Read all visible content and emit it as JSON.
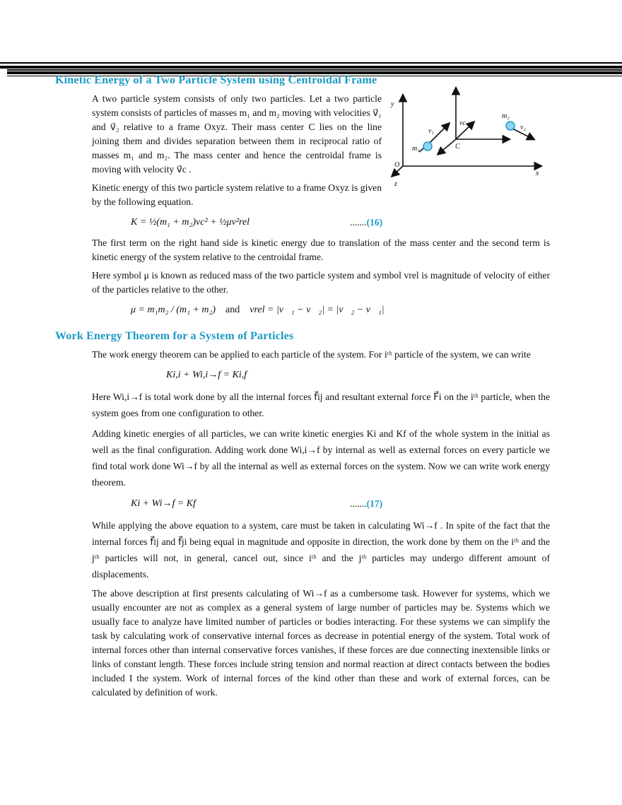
{
  "section1": {
    "heading": "Kinetic Energy of a Two Particle System using Centroidal Frame",
    "para1": "A two particle system consists of only two particles. Let a two particle system consists of particles of masses m₁ and m₂ moving with velocities v⃗₁ and v⃗₂ relative to a frame Oxyz. Their mass center C lies on the line joining them and divides separation between them in reciprocal ratio of masses m₁ and m₂. The mass center and hence the centroidal frame is moving with velocity v⃗c .",
    "para2": "Kinetic energy of this two particle system relative to a frame Oxyz is given by the following equation.",
    "eq16": "K = ½(m₁ + m₂)vc² + ½μv²rel",
    "eq16_number_dots": ".......",
    "eq16_number": "(16)",
    "para3": "The first term on the right hand side is kinetic energy due to translation of the mass center and the second term is kinetic energy of the system relative to the centroidal frame.",
    "para4": "Here symbol μ is known as reduced mass of the two particle system and symbol vrel is magnitude of velocity of either of the particles relative to the other.",
    "eq_mu": "μ = m₁m₂ / (m₁ + m₂)",
    "eq_and": "and",
    "eq_vrel": "vrel = |v⃗₁ − v⃗₂| = |v⃗₂ − v⃗₁|"
  },
  "diagram": {
    "labels": {
      "y": "y",
      "x": "x",
      "z": "z",
      "o": "O",
      "c": "C",
      "m1": "m₁",
      "m2": "m₂",
      "v1": "v₁",
      "v2": "v₂",
      "vc": "vc"
    },
    "particle_color": "#8fd3f4",
    "particle_stroke": "#1a9ac4"
  },
  "section2": {
    "heading": "Work Energy Theorem for a System of Particles",
    "para5": "The work energy theorem can be applied to each particle of the system. For iᵗʰ particle of the system, we can write",
    "eq_particle": "Ki,i + Wi,i→f = Ki,f",
    "para6": "Here Wi,i→f is total work done by all the internal forces f⃗ij and resultant external force F⃗i on the iᵗʰ particle, when the system goes from one configuration to other.",
    "para7": "Adding kinetic energies of all particles, we can write kinetic energies Ki and Kf of the whole system in the initial as well as the final configuration. Adding work done Wi,i→f by internal as well as external forces on every particle we find total work done Wi→f by all the internal as well as external forces on the system. Now we can write work energy theorem.",
    "eq17": "Ki + Wi→f = Kf",
    "eq17_number_dots": ".......",
    "eq17_number": "(17)",
    "para8": "While applying the above equation to a system, care must be taken in calculating Wi→f . In spite of the fact that the internal forces f⃗ij and f⃗ji being equal in magnitude and opposite in direction, the work done by them on the iᵗʰ and the jᵗʰ particles will not, in general,  cancel out, since iᵗʰ and the jᵗʰ particles may undergo different amount of displacements.",
    "para9": "The above description at first presents calculating of Wi→f as a cumbersome task. However for systems, which we usually encounter are not as complex as a general system of large number of particles may be. Systems which we usually face to analyze have limited number of particles or bodies interacting. For these systems we can simplify the task by calculating work of conservative internal forces as decrease in potential energy of the system. Total work of internal forces other than internal conservative forces vanishes, if these forces are due connecting inextensible links or links of constant length. These forces include string tension and normal reaction at direct contacts between the bodies included I the system. Work of internal forces of the kind other than these and work of external forces, can be calculated by definition of work."
  },
  "colors": {
    "heading": "#1a9ac4",
    "text": "#111111"
  }
}
